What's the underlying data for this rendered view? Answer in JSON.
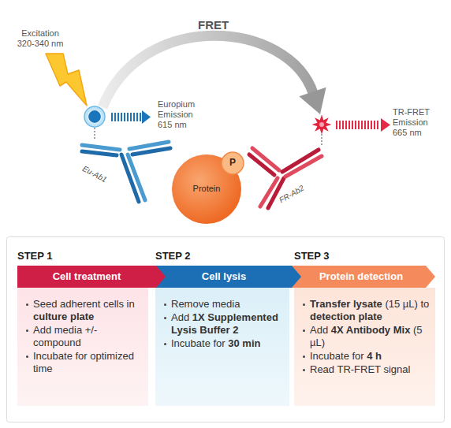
{
  "diagram": {
    "nodes": [
      {
        "text": [
          "Europium Emission 615 nm"
        ]
      },
      {
        "text": [
          "Eu-Ab1"
        ]
      },
      {
        "text": [
          "Protein"
        ]
      },
      {
        "text": [
          "P"
        ],
        "in": 2
      },
      {
        "text": [
          "TR-FRET Emission 665 nm"
        ]
      },
      {
        "text": [
          "FR-Ab2"
        ]
      },
      {
        "text": [
          "STEP 1",
          "Cell treatment"
        ]
      },
      {
        "text": [
          "Seed adherent cells in culture plate",
          "Add media +/- compound",
          "Incubate for optimized time"
        ]
      },
      {
        "text": [
          "STEP 2",
          "Cell lysis"
        ]
      },
      {
        "text": [
          "Remove media",
          "Add 1X Supplemented Lysis Buffer 2",
          "Incubate for 30 min"
        ]
      },
      {
        "text": [
          "STEP 3",
          "Protein detection"
        ]
      },
      {
        "text": [
          "Transfer lysate (15 µL) to detection plate",
          "Add 4X Antibody Mix (5 µL)",
          "Incubate for 4 h",
          "Read TR-FRET signal"
        ]
      }
    ],
    "edges": [
      {
        "from": 0,
        "to": 4,
        "label": "FRET",
        "arrow": "to"
      },
      {
        "from": 0,
        "to": 1,
        "arrow": "none"
      },
      {
        "from": 4,
        "to": 5,
        "arrow": "none"
      }
    ],
    "labels": [
      "Excitation 320-340 nm"
    ]
  }
}
